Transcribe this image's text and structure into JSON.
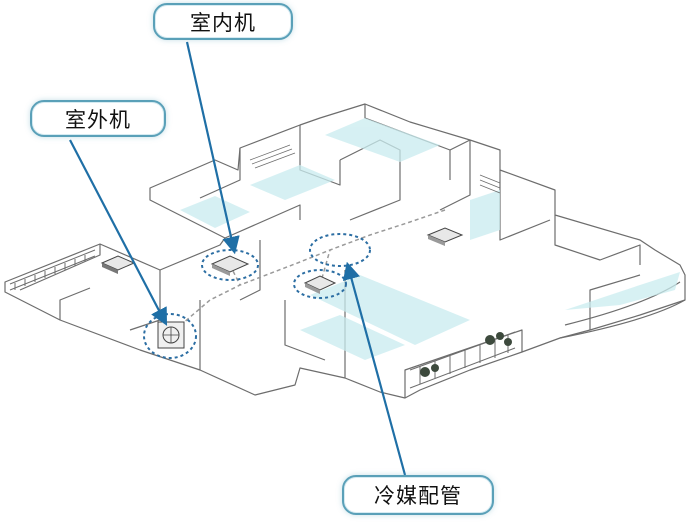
{
  "labels": {
    "indoor_unit": "室内机",
    "outdoor_unit": "室外机",
    "refrigerant_pipe": "冷媒配管"
  },
  "colors": {
    "callout_border": "#5aa0b8",
    "arrow": "#1f6fa6",
    "floor_highlight": "#c9ecef",
    "wall_line": "#6d6d6d",
    "dotted_circle": "#2c6ea3"
  }
}
